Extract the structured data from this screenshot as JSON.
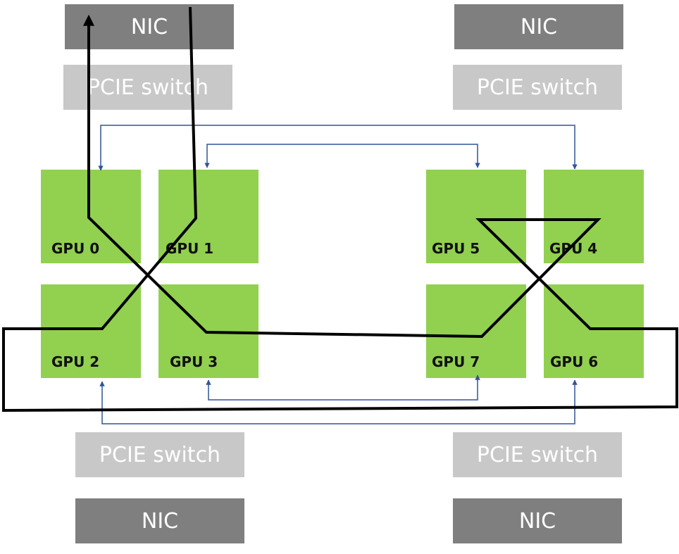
{
  "top_left": {
    "nic": "NIC",
    "pcie": "PCIE switch"
  },
  "top_right": {
    "nic": "NIC",
    "pcie": "PCIE switch"
  },
  "bottom_left": {
    "pcie": "PCIE switch",
    "nic": "NIC"
  },
  "bottom_right": {
    "pcie": "PCIE switch",
    "nic": "NIC"
  },
  "gpus": {
    "gpu0": "GPU 0",
    "gpu1": "GPU 1",
    "gpu2": "GPU 2",
    "gpu3": "GPU 3",
    "gpu4": "GPU 4",
    "gpu5": "GPU 5",
    "gpu6": "GPU 6",
    "gpu7": "GPU 7"
  },
  "colors": {
    "nic": "#7f7f7f",
    "pcie": "#c8c8c8",
    "gpu": "#92d050",
    "ring_path": "#000000",
    "pcie_link": "#2f5597"
  }
}
